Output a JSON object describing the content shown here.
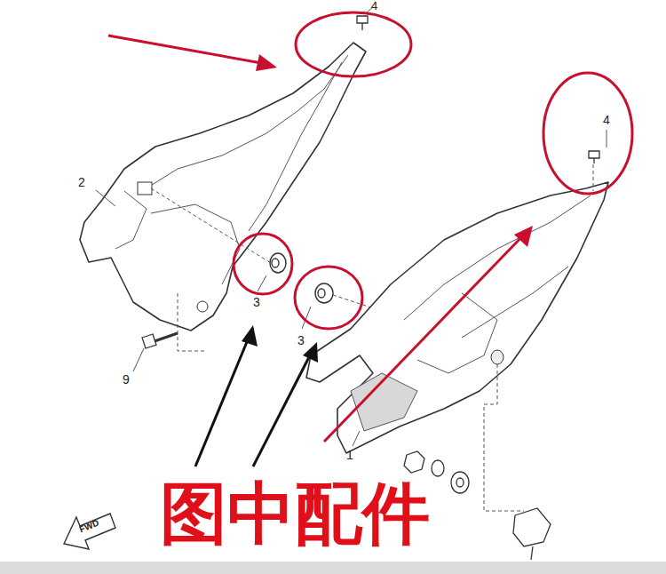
{
  "diagram": {
    "labels": [
      "4",
      "4",
      "2",
      "3",
      "3",
      "9",
      "1",
      "图中配件",
      "FWD"
    ]
  }
}
